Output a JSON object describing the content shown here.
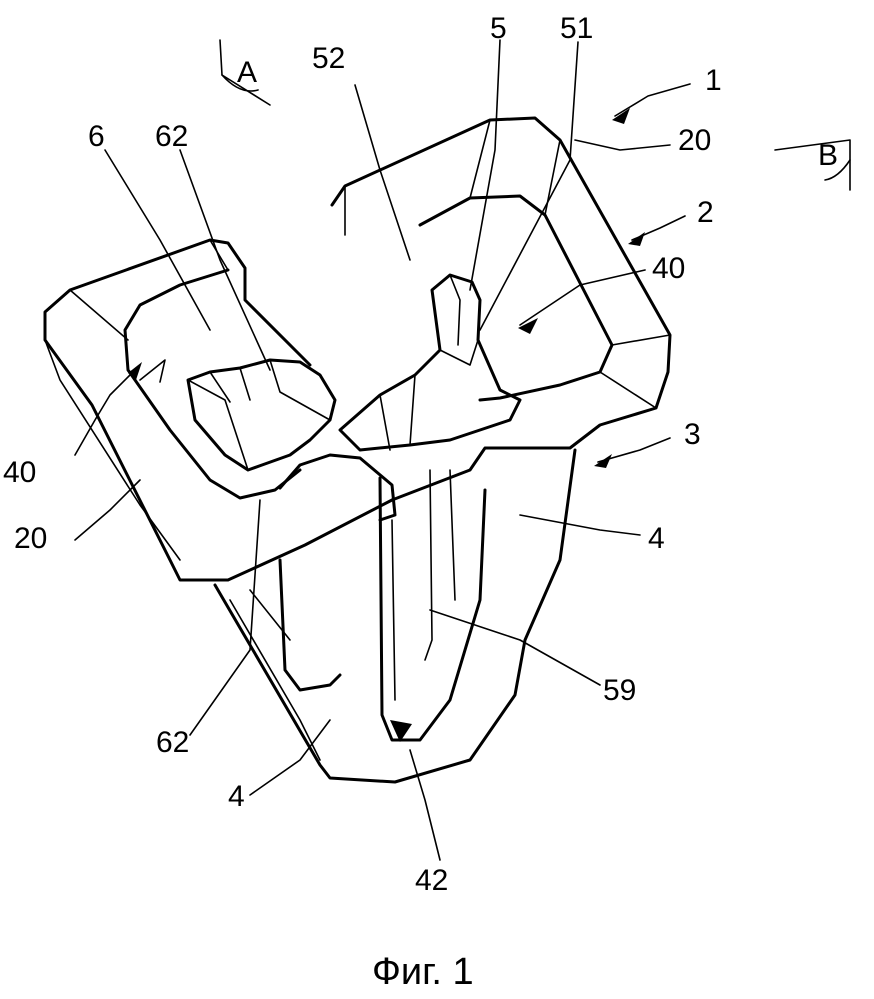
{
  "figure": {
    "caption": "Фиг. 1",
    "section_marks": {
      "a": "A",
      "b": "B"
    },
    "labels": {
      "l1": "1",
      "l2": "2",
      "l3": "3",
      "l20_top": "20",
      "l20_left": "20",
      "l40_right": "40",
      "l40_left": "40",
      "l4_right": "4",
      "l4_bottom": "4",
      "l5": "5",
      "l51": "51",
      "l52": "52",
      "l6": "6",
      "l62_top": "62",
      "l62_bottom": "62",
      "l59": "59",
      "l42": "42"
    }
  }
}
